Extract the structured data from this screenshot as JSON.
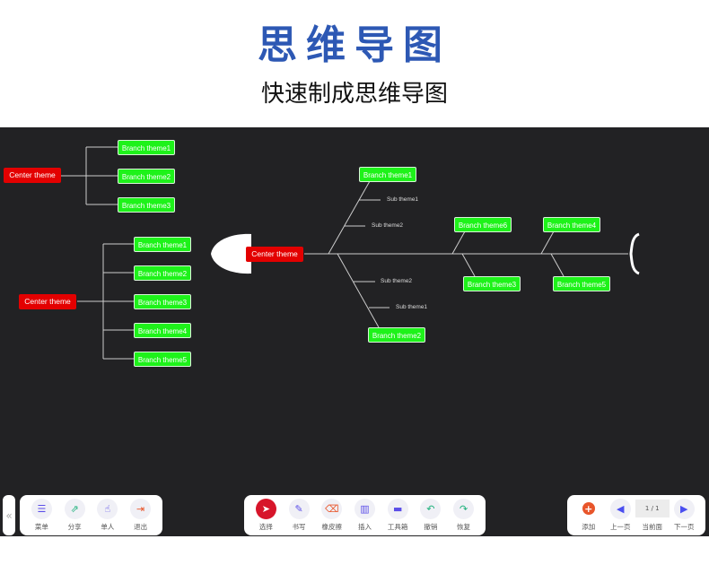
{
  "header": {
    "title": "思维导图",
    "subtitle": "快速制成思维导图"
  },
  "map1": {
    "center": "Center theme",
    "branches": [
      "Branch theme1",
      "Branch theme2",
      "Branch theme3"
    ]
  },
  "map2": {
    "center": "Center theme",
    "branches": [
      "Branch theme1",
      "Branch theme2",
      "Branch theme3",
      "Branch theme4",
      "Branch theme5"
    ]
  },
  "fishbone": {
    "center": "Center theme",
    "branches": [
      "Branch theme1",
      "Branch theme2",
      "Branch theme3",
      "Branch theme4",
      "Branch theme5",
      "Branch theme6"
    ],
    "subs_upper": [
      "Sub theme1",
      "Sub theme2"
    ],
    "subs_lower": [
      "Sub theme2",
      "Sub theme1"
    ]
  },
  "toolbar": {
    "collapse": "«",
    "left": [
      {
        "label": "菜单",
        "icon": "☰"
      },
      {
        "label": "分享",
        "icon": "⇗"
      },
      {
        "label": "单人",
        "icon": "☝"
      },
      {
        "label": "退出",
        "icon": "⇥"
      }
    ],
    "middle": [
      {
        "label": "选择",
        "icon": "➤"
      },
      {
        "label": "书写",
        "icon": "✎"
      },
      {
        "label": "橡皮擦",
        "icon": "⌫"
      },
      {
        "label": "插入",
        "icon": "▥"
      },
      {
        "label": "工具箱",
        "icon": "▬"
      },
      {
        "label": "撤销",
        "icon": "↶"
      },
      {
        "label": "恢复",
        "icon": "↷"
      }
    ],
    "right": [
      {
        "label": "添加",
        "icon": "+"
      },
      {
        "label": "上一页",
        "icon": "◀"
      },
      {
        "label": "当前面",
        "value": "1 / 1"
      },
      {
        "label": "下一页",
        "icon": "▶"
      }
    ]
  },
  "colors": {
    "title": "#2d58b4",
    "branch": "#1ef21a",
    "center": "#e30000",
    "canvas": "#222224",
    "select": "#d7152a"
  }
}
